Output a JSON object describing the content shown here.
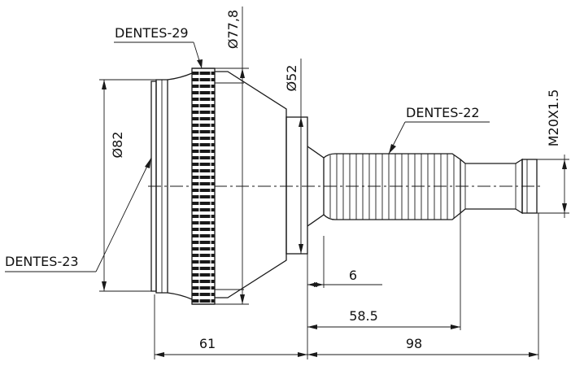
{
  "labels": {
    "teeth_29": "DENTES-29",
    "teeth_23": "DENTES-23",
    "teeth_22": "DENTES-22"
  },
  "dimensions": {
    "dia_77_8": "Ø77,8",
    "dia_52": "Ø52",
    "dia_82": "Ø82",
    "thread": "M20X1.5",
    "len_6": "6",
    "len_58_5": "58.5",
    "len_61": "61",
    "len_98": "98"
  },
  "colors": {
    "line": "#1a1a1a",
    "background": "#ffffff"
  }
}
